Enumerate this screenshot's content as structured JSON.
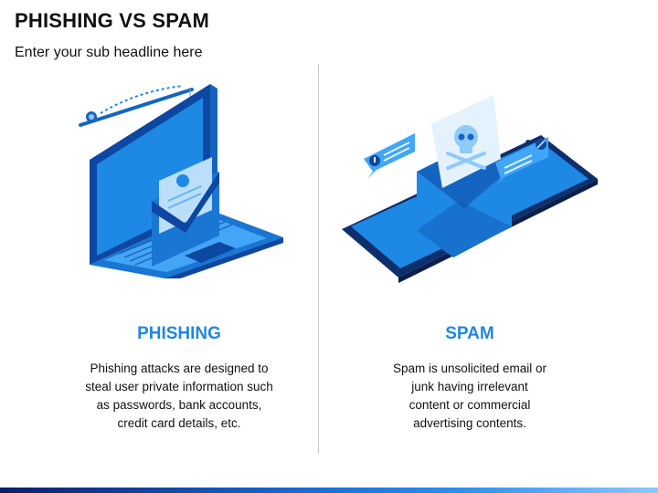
{
  "slide": {
    "title": "PHISHING VS SPAM",
    "subtitle": "Enter your sub headline here"
  },
  "columns": [
    {
      "heading": "PHISHING",
      "body": "Phishing attacks are designed to steal user private information such as passwords, bank accounts, credit card details, etc.",
      "lines": [
        "Phishing attacks are designed to",
        "steal user private information such",
        "as passwords, bank accounts,",
        "credit card details, etc."
      ],
      "illustration": "laptop-fishing-hook-icon"
    },
    {
      "heading": "SPAM",
      "body": "Spam is unsolicited email or junk having irrelevant content or commercial advertising contents.",
      "lines": [
        "Spam is unsolicited email or",
        "junk having irrelevant",
        "content or commercial",
        "advertising contents."
      ],
      "illustration": "phone-skull-envelope-icon"
    }
  ],
  "colors": {
    "accent": "#1e88e5",
    "dark_blue": "#0d47a1",
    "light_blue": "#90caf9"
  }
}
